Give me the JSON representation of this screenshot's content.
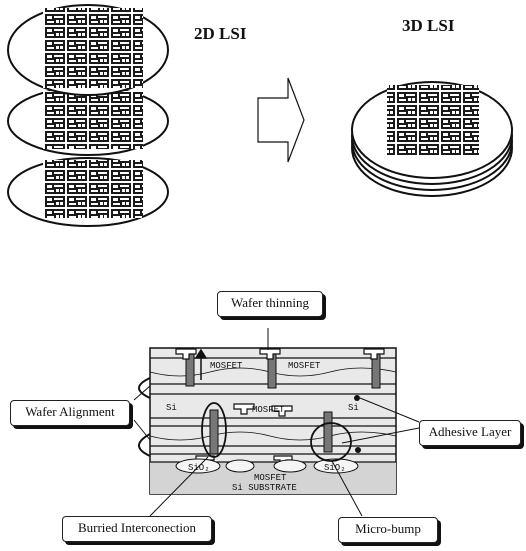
{
  "top": {
    "title_2d": "2D LSI",
    "title_3d": "3D LSI"
  },
  "callouts": {
    "wafer_thinning": "Wafer thinning",
    "wafer_alignment": "Wafer Alignment",
    "adhesive_layer": "Adhesive Layer",
    "buried_interconnection": "Burried Interconection",
    "micro_bump": "Micro-bump"
  },
  "cross_section": {
    "layer_top": "MOSFET",
    "layer_top_right": "MOSFET",
    "layer_mid": "MOSFET",
    "si_left": "Si",
    "si_right": "Si",
    "bottom_mosfet": "MOSFET",
    "substrate": "Si SUBSTRATE",
    "sio2_left": "SiO₂",
    "sio2_right": "SiO₂"
  },
  "colors": {
    "ink": "#111111",
    "chip_dark": "#1a1a1a",
    "section_fill": "#e6e6e6",
    "arrow_fill": "#ffffff"
  }
}
